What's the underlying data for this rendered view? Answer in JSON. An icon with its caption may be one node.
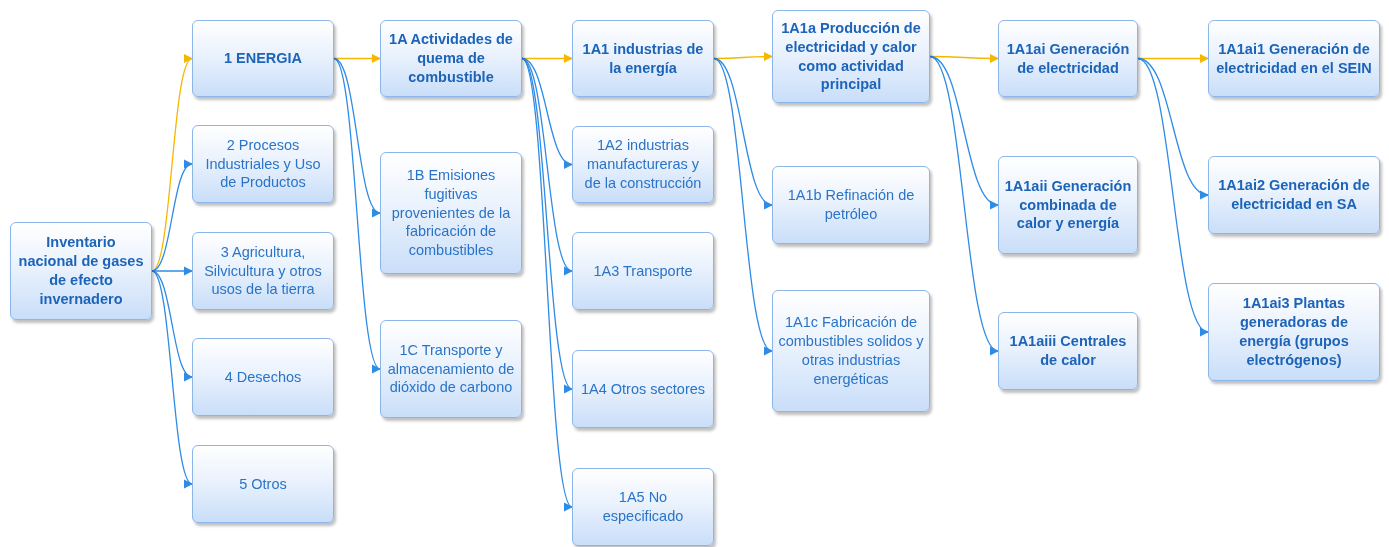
{
  "diagram": {
    "nodes": [
      {
        "text": [
          "Inventario nacional de gases de efecto invernadero"
        ]
      },
      {
        "text": [
          "1 ENERGIA"
        ]
      },
      {
        "text": [
          "2 Procesos Industriales y Uso de Productos"
        ]
      },
      {
        "text": [
          "3 Agricultura, Silvicultura y otros usos de la tierra"
        ]
      },
      {
        "text": [
          "4 Desechos"
        ]
      },
      {
        "text": [
          "5 Otros"
        ]
      },
      {
        "text": [
          "1A Actividades de quema de combustible"
        ]
      },
      {
        "text": [
          "1B Emisiones fugitivas provenientes de la fabricación de combustibles"
        ]
      },
      {
        "text": [
          "1C Transporte y almacenamiento de dióxido de carbono"
        ]
      },
      {
        "text": [
          "1A1 industrias de la energía"
        ]
      },
      {
        "text": [
          "1A2 industrias manufactureras y de la construcción"
        ]
      },
      {
        "text": [
          "1A3 Transporte"
        ]
      },
      {
        "text": [
          "1A4 Otros sectores"
        ]
      },
      {
        "text": [
          "1A5 No especificado"
        ]
      },
      {
        "text": [
          "1A1a Producción de electricidad y calor como actividad principal"
        ]
      },
      {
        "text": [
          "1A1b Refinación de petróleo"
        ]
      },
      {
        "text": [
          "1A1c Fabricación de combustibles solidos y otras industrias energéticas"
        ]
      },
      {
        "text": [
          "1A1ai Generación de electricidad"
        ]
      },
      {
        "text": [
          "1A1aii Generación combinada de calor y energía"
        ]
      },
      {
        "text": [
          "1A1aiii Centrales de calor"
        ]
      },
      {
        "text": [
          "1A1ai1 Generación de electricidad en el SEIN"
        ]
      },
      {
        "text": [
          "1A1ai2 Generación de electricidad en SA"
        ]
      },
      {
        "text": [
          "1A1ai3 Plantas generadoras de energía (grupos electrógenos)"
        ]
      }
    ],
    "edges": [
      {
        "from": 0,
        "to": 1,
        "arrow": "to",
        "color": "#f5b700"
      },
      {
        "from": 0,
        "to": 2,
        "arrow": "to"
      },
      {
        "from": 0,
        "to": 3,
        "arrow": "to"
      },
      {
        "from": 0,
        "to": 4,
        "arrow": "to"
      },
      {
        "from": 0,
        "to": 5,
        "arrow": "to"
      },
      {
        "from": 1,
        "to": 6,
        "arrow": "to",
        "color": "#f5b700"
      },
      {
        "from": 1,
        "to": 7,
        "arrow": "to"
      },
      {
        "from": 1,
        "to": 8,
        "arrow": "to"
      },
      {
        "from": 6,
        "to": 9,
        "arrow": "to",
        "color": "#f5b700"
      },
      {
        "from": 6,
        "to": 10,
        "arrow": "to"
      },
      {
        "from": 6,
        "to": 11,
        "arrow": "to"
      },
      {
        "from": 6,
        "to": 12,
        "arrow": "to"
      },
      {
        "from": 6,
        "to": 13,
        "arrow": "to"
      },
      {
        "from": 9,
        "to": 14,
        "arrow": "to",
        "color": "#f5b700"
      },
      {
        "from": 9,
        "to": 15,
        "arrow": "to"
      },
      {
        "from": 9,
        "to": 16,
        "arrow": "to"
      },
      {
        "from": 14,
        "to": 17,
        "arrow": "to",
        "color": "#f5b700"
      },
      {
        "from": 14,
        "to": 18,
        "arrow": "to"
      },
      {
        "from": 14,
        "to": 19,
        "arrow": "to"
      },
      {
        "from": 17,
        "to": 20,
        "arrow": "to",
        "color": "#f5b700"
      },
      {
        "from": 17,
        "to": 21,
        "arrow": "to"
      },
      {
        "from": 17,
        "to": 22,
        "arrow": "to"
      }
    ]
  }
}
